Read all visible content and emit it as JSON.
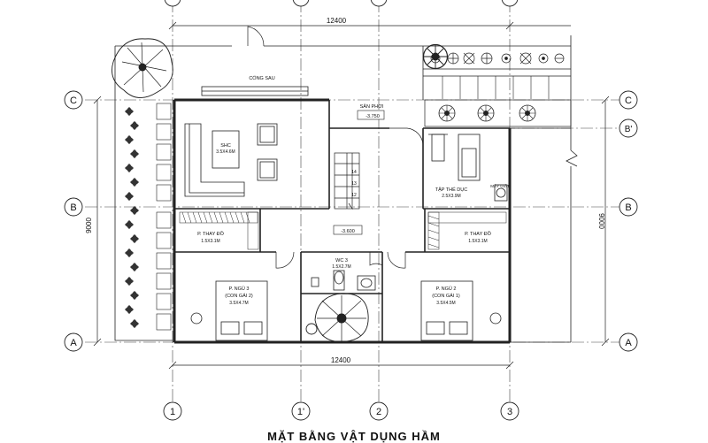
{
  "plan": {
    "dimensions": {
      "top_width": "12400",
      "bottom_width": "12400",
      "left_height": "9000",
      "right_height": "9000"
    },
    "axes_columns": [
      "1",
      "1'",
      "2",
      "3"
    ],
    "axes_rows_left": [
      "C",
      "B",
      "A"
    ],
    "axes_rows_right": [
      "C",
      "B'",
      "B",
      "A"
    ],
    "rooms": {
      "back_gate": "CỔNG SAU",
      "drying_yard": "SÂN PHƠI",
      "drying_level": "-3.750",
      "living": {
        "name": "SHC",
        "size": "3.5X4.6M"
      },
      "gym": {
        "name": "TẬP THỂ DỤC",
        "size": "2.5X3.9M"
      },
      "washer": "MÁY GIẶT",
      "landing_level": "-3.600",
      "dressing_left": {
        "name": "P. THAY ĐỒ",
        "size": "1.5X3.1M"
      },
      "dressing_right": {
        "name": "P. THAY ĐỒ",
        "size": "1.5X3.1M"
      },
      "wc": {
        "name": "WC 3",
        "size": "1.5X2.7M"
      },
      "bedroom_3": {
        "name": "P. NGỦ 3",
        "sub": "(CON GÁI 2)",
        "size": "3.5X4.7M"
      },
      "bedroom_2": {
        "name": "P. NGỦ 2",
        "sub": "(CON GÁI 1)",
        "size": "3.5X4.5M"
      },
      "stairs": [
        "14",
        "13",
        "12"
      ]
    },
    "title": "MẶT BẰNG VẬT DỤNG HẦM",
    "colors": {
      "line": "#1a1a1a",
      "wall": "#222222",
      "grid": "#444444"
    }
  }
}
